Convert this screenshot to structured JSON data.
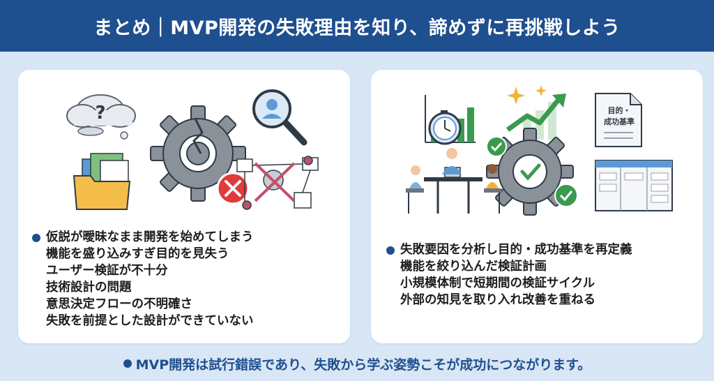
{
  "header": {
    "title": "まとめ｜MVP開発の失敗理由を知り、諦めずに再挑戦しよう"
  },
  "left_panel": {
    "items": [
      "仮説が曖昧なまま開発を始めてしまう",
      "機能を盛り込みすぎ目的を見失う",
      "ユーザー検証が不十分",
      "技術設計の問題",
      "意思決定フローの不明確さ",
      "失敗を前提とした設計ができていない"
    ]
  },
  "right_panel": {
    "doc_label_line1": "目的・",
    "doc_label_line2": "成功基準",
    "items": [
      "失敗要因を分析し目的・成功基準を再定義",
      "機能を絞り込んだ検証計画",
      "小規模体制で短期間の検証サイクル",
      "外部の知見を取り入れ改善を重ねる"
    ]
  },
  "footer": {
    "text": "MVP開発は試行錯誤であり、失敗から学ぶ姿勢こそが成功につながります。"
  },
  "colors": {
    "header_bg": "#1e4f8e",
    "page_bg": "#d8e6f5",
    "accent_green": "#3a9a4e",
    "error_red": "#e03a3a",
    "folder_yellow": "#f4bd4a"
  },
  "icons": [
    "question-cloud-icon",
    "broken-gear-icon",
    "error-x-icon",
    "magnifier-user-icon",
    "folder-icon",
    "broken-flow-icon",
    "stopwatch-chart-icon",
    "growth-arrow-icon",
    "check-gear-icon",
    "goal-document-icon",
    "team-meeting-icon",
    "kanban-board-icon"
  ]
}
